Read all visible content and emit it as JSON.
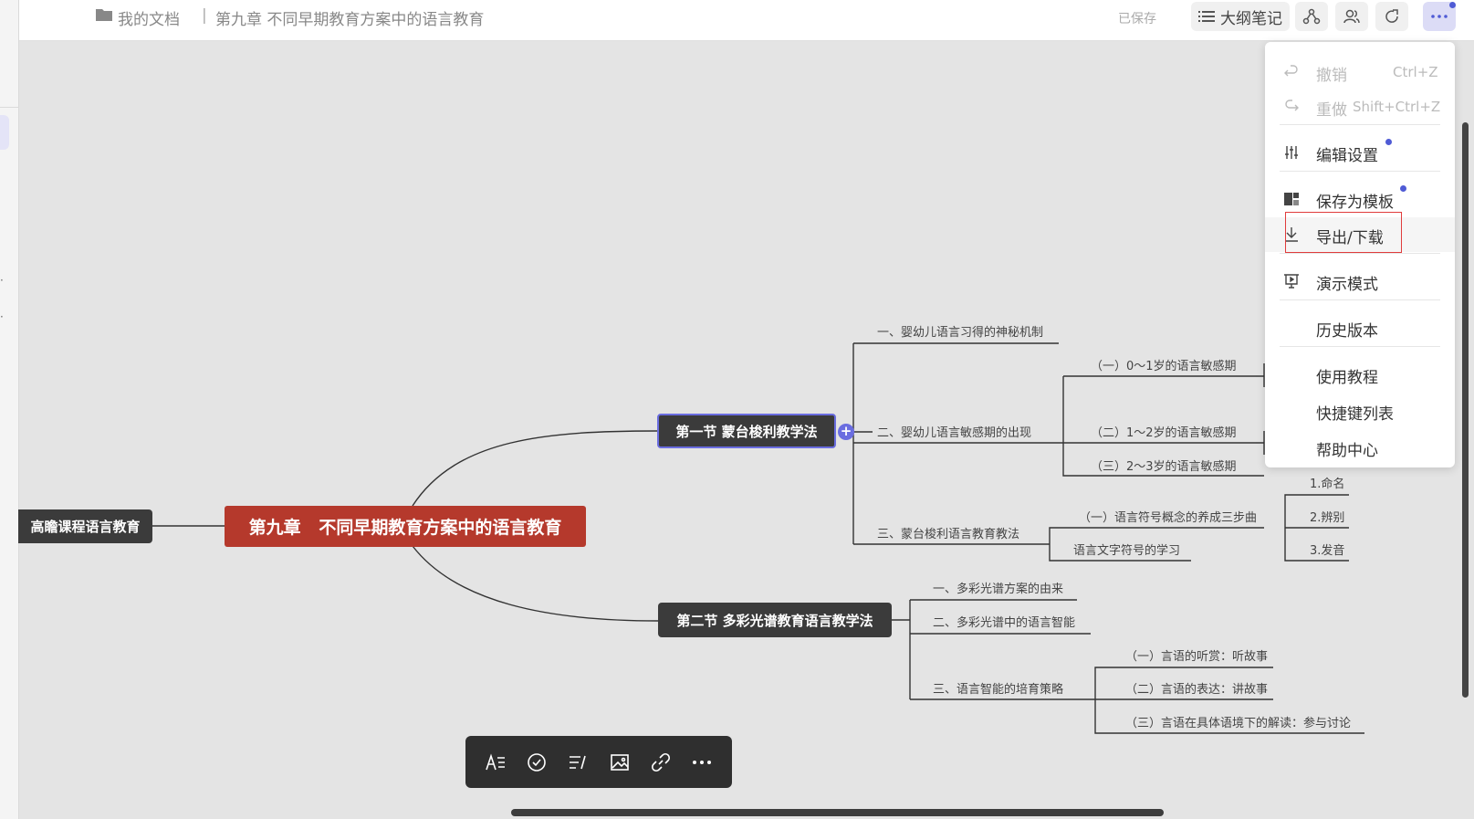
{
  "breadcrumb": {
    "root": "我的文档",
    "separator": "|",
    "title": "第九章 不同早期教育方案中的语言教育"
  },
  "status": {
    "saved": "已保存"
  },
  "toolbar": {
    "outline_label": "大纲笔记"
  },
  "mindmap": {
    "root": "第九章   不同早期教育方案中的语言教育",
    "left_node": "高瞻课程语言教育",
    "section1": {
      "title": "第一节 蒙台梭利教学法",
      "items": [
        "一、婴幼儿语言习得的神秘机制",
        "二、婴幼儿语言敏感期的出现",
        "三、蒙台梭利语言教育教法"
      ],
      "sub_items": [
        "（一）0～1岁的语言敏感期",
        "（二）1～2岁的语言敏感期",
        "（三）2～3岁的语言敏感期",
        "（一）语言符号概念的养成三步曲",
        "语言文字符号的学习"
      ],
      "steps": [
        "1.命名",
        "2.辨别",
        "3.发音"
      ]
    },
    "section2": {
      "title": "第二节 多彩光谱教育语言教学法",
      "items": [
        "一、多彩光谱方案的由来",
        "二、多彩光谱中的语言智能",
        "三、语言智能的培育策略"
      ],
      "sub_items": [
        "（一）言语的听赏：听故事",
        "（二）言语的表达：讲故事",
        "（三）言语在具体语境下的解读：参与讨论"
      ]
    }
  },
  "menu": {
    "items": [
      {
        "label": "撤销",
        "shortcut": "Ctrl+Z",
        "icon": "undo-icon"
      },
      {
        "label": "重做",
        "shortcut": "Shift+Ctrl+Z",
        "icon": "redo-icon"
      },
      {
        "label": "编辑设置",
        "icon": "sliders-icon"
      },
      {
        "label": "保存为模板",
        "icon": "template-icon"
      },
      {
        "label": "导出/下载",
        "icon": "download-icon"
      },
      {
        "label": "演示模式",
        "icon": "presentation-icon"
      },
      {
        "label": "历史版本"
      },
      {
        "label": "使用教程"
      },
      {
        "label": "快捷键列表"
      },
      {
        "label": "帮助中心"
      }
    ]
  },
  "floating_toolbar": {
    "icons": [
      "text-style-icon",
      "task-check-icon",
      "note-icon",
      "image-icon",
      "link-icon",
      "more-icon"
    ]
  },
  "colors": {
    "root_node": "#b5392c",
    "dark_node": "#3b3b3b",
    "accent": "#6a6de0",
    "highlight_box": "#e03c3c"
  }
}
